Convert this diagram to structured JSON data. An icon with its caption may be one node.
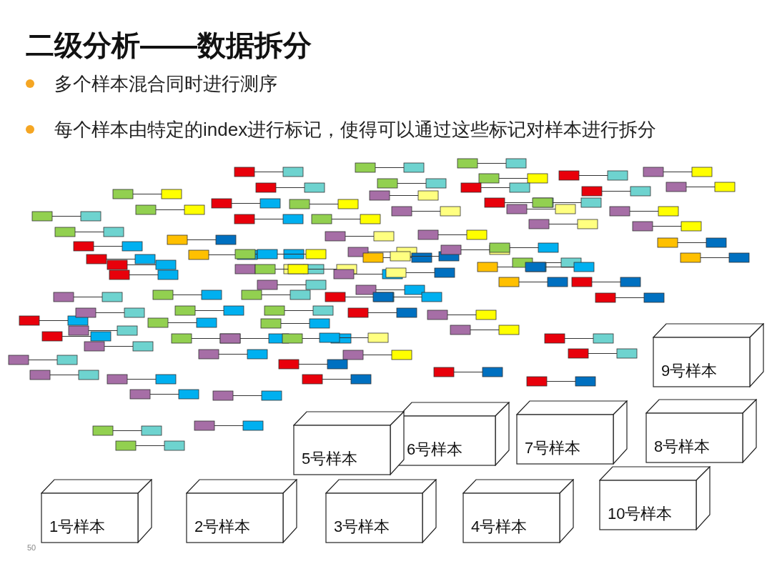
{
  "diagram": {
    "title": "二级分析——数据拆分",
    "nodes": [
      {
        "text": [
          "9号样本"
        ]
      },
      {
        "text": [
          "5号样本"
        ]
      },
      {
        "text": [
          "6号样本"
        ]
      },
      {
        "text": [
          "7号样本"
        ]
      },
      {
        "text": [
          "8号样本"
        ]
      },
      {
        "text": [
          "1号样本"
        ]
      },
      {
        "text": [
          "2号样本"
        ]
      },
      {
        "text": [
          "3号样本"
        ]
      },
      {
        "text": [
          "4号样本"
        ]
      },
      {
        "text": [
          "10号样本"
        ]
      }
    ],
    "labels": [
      "多个样本混合同时进行测序",
      "每个样本由特定的index进行标记，使得可以通过这些标记对样本进行拆分",
      "50"
    ]
  }
}
